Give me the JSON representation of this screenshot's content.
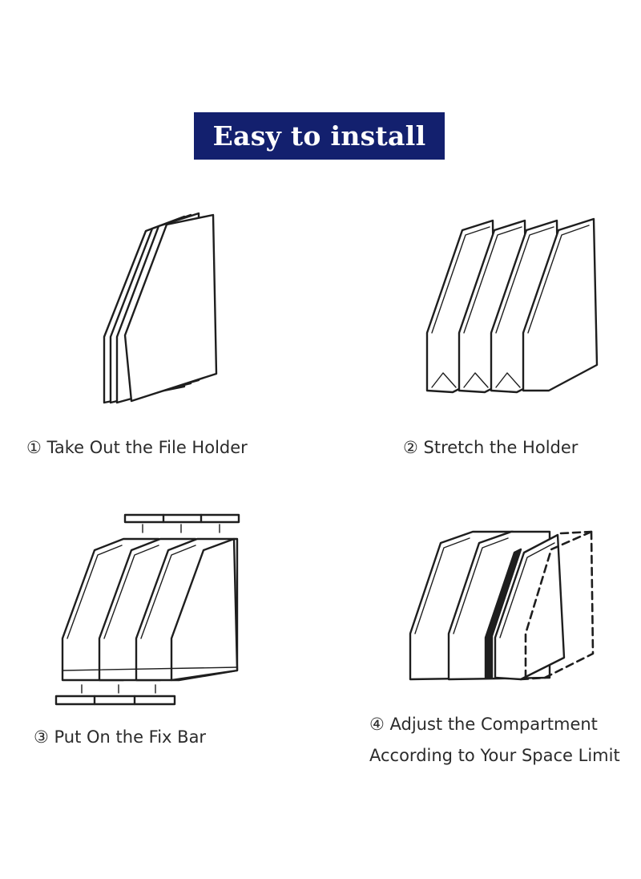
{
  "banner": {
    "title": "Easy to install",
    "color": "#13206e"
  },
  "steps": [
    {
      "label": "① Take Out the File Holder"
    },
    {
      "label": "② Stretch the Holder"
    },
    {
      "label": "③ Put On the Fix Bar"
    },
    {
      "label": "④ Adjust the Compartment",
      "label_line2": "According to Your Space Limit"
    }
  ],
  "icons": [
    "folded-holder-icon",
    "stretched-holder-icon",
    "fix-bar-holder-icon",
    "adjust-compartment-icon"
  ]
}
